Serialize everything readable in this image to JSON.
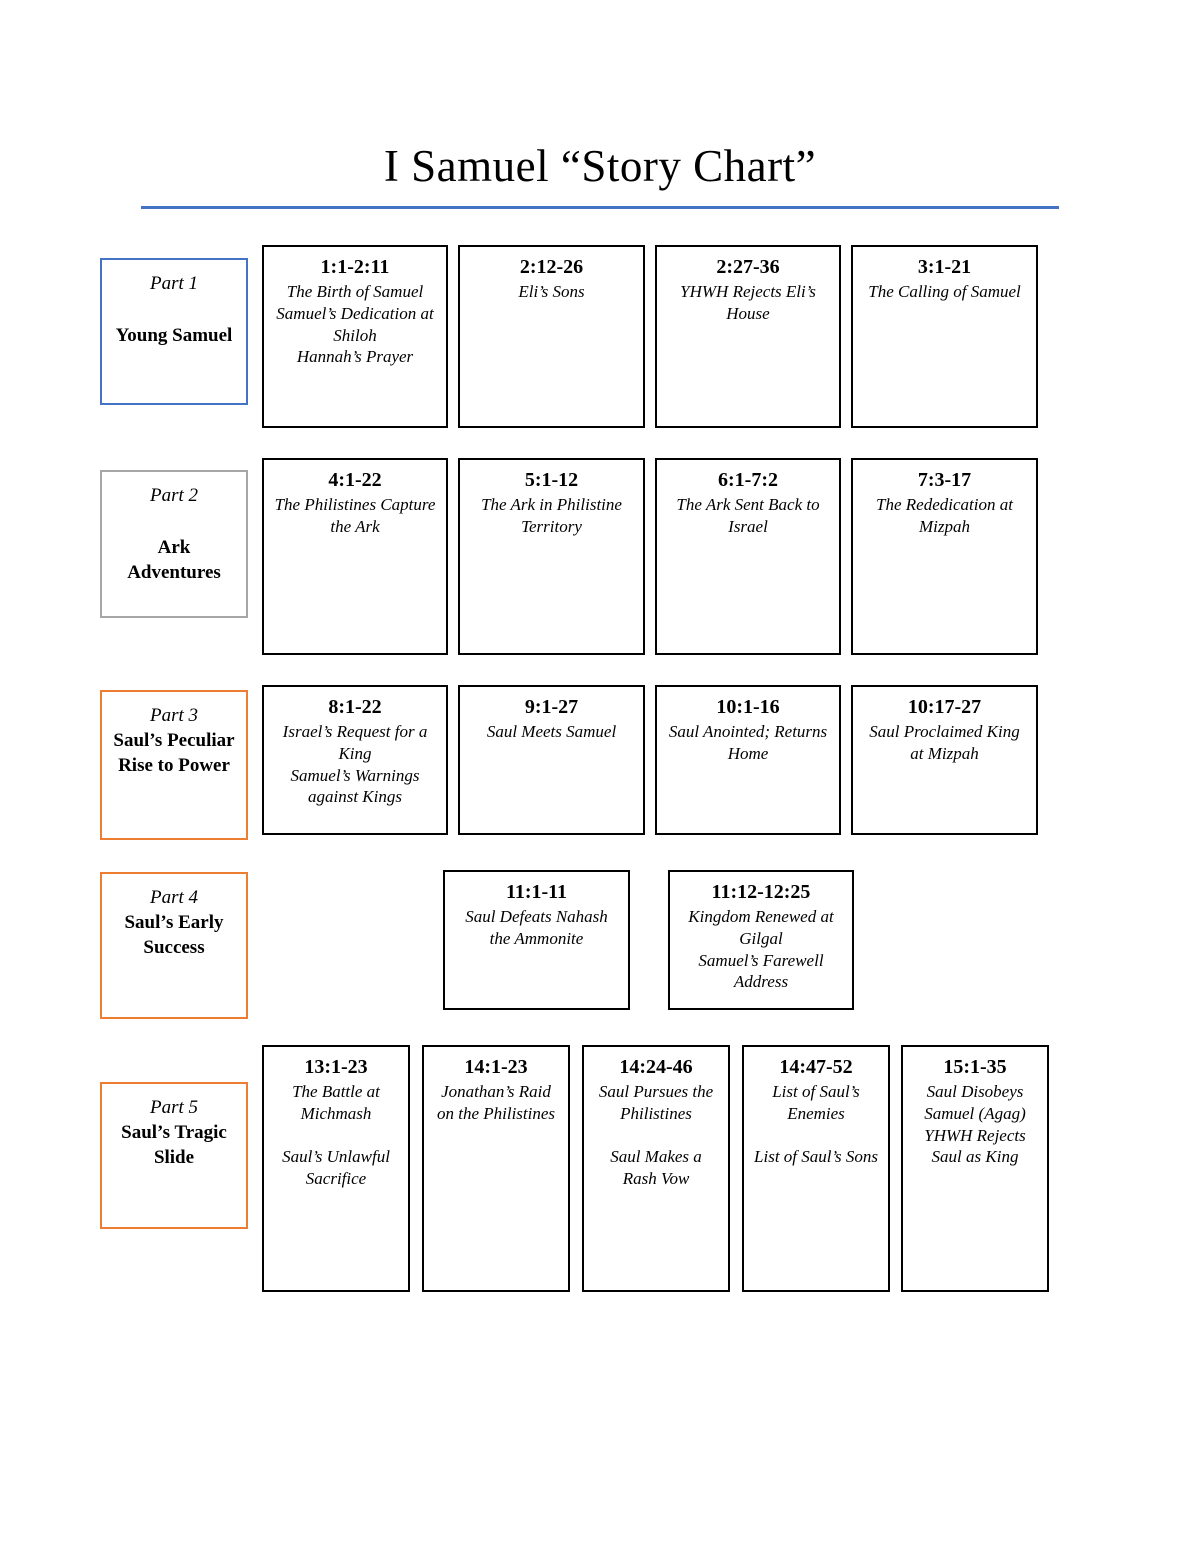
{
  "title": "I Samuel “Story Chart”",
  "colors": {
    "part1_border": "#4472c4",
    "part2_border": "#a6a6a6",
    "part3_border": "#ed7d31",
    "part4_border": "#ed7d31",
    "part5_border": "#ed7d31",
    "story_box_border": "#000000",
    "title_rule": "#4472c4"
  },
  "parts": [
    {
      "label": "Part 1",
      "name": "Young Samuel",
      "boxes": [
        {
          "ref": "1:1-2:11",
          "lines": [
            "The Birth of Samuel",
            "Samuel’s Dedication at Shiloh",
            "Hannah’s Prayer"
          ]
        },
        {
          "ref": "2:12-26",
          "lines": [
            "Eli’s Sons"
          ]
        },
        {
          "ref": "2:27-36",
          "lines": [
            "YHWH Rejects Eli’s House"
          ]
        },
        {
          "ref": "3:1-21",
          "lines": [
            "The Calling of Samuel"
          ]
        }
      ]
    },
    {
      "label": "Part 2",
      "name": "Ark Adventures",
      "boxes": [
        {
          "ref": "4:1-22",
          "lines": [
            "The Philistines Capture the Ark"
          ]
        },
        {
          "ref": "5:1-12",
          "lines": [
            "The Ark in Philistine Territory"
          ]
        },
        {
          "ref": "6:1-7:2",
          "lines": [
            "The Ark Sent Back to Israel"
          ]
        },
        {
          "ref": "7:3-17",
          "lines": [
            "The Rededication at Mizpah"
          ]
        }
      ]
    },
    {
      "label": "Part 3",
      "name": "Saul’s Peculiar Rise to Power",
      "boxes": [
        {
          "ref": "8:1-22",
          "lines": [
            "Israel’s Request for a King",
            "Samuel’s Warnings against Kings"
          ]
        },
        {
          "ref": "9:1-27",
          "lines": [
            "Saul Meets Samuel"
          ]
        },
        {
          "ref": "10:1-16",
          "lines": [
            "Saul Anointed; Returns Home"
          ]
        },
        {
          "ref": "10:17-27",
          "lines": [
            "Saul Proclaimed King at Mizpah"
          ]
        }
      ]
    },
    {
      "label": "Part 4",
      "name": "Saul’s Early Success",
      "boxes": [
        {
          "ref": "11:1-11",
          "lines": [
            "Saul Defeats Nahash the Ammonite"
          ]
        },
        {
          "ref": "11:12-12:25",
          "lines": [
            "Kingdom Renewed at Gilgal",
            "Samuel’s Farewell Address"
          ]
        }
      ]
    },
    {
      "label": "Part 5",
      "name": "Saul’s Tragic Slide",
      "boxes": [
        {
          "ref": "13:1-23",
          "lines": [
            "The Battle at Michmash",
            "",
            "Saul’s Unlawful Sacrifice"
          ]
        },
        {
          "ref": "14:1-23",
          "lines": [
            "Jonathan’s Raid on the Philistines"
          ]
        },
        {
          "ref": "14:24-46",
          "lines": [
            "Saul Pursues the Philistines",
            "",
            "Saul Makes a Rash Vow"
          ]
        },
        {
          "ref": "14:47-52",
          "lines": [
            "List of Saul’s Enemies",
            "",
            "List of Saul’s Sons"
          ]
        },
        {
          "ref": "15:1-35",
          "lines": [
            "Saul Disobeys Samuel (Agag)",
            "YHWH Rejects Saul as King"
          ]
        }
      ]
    }
  ]
}
